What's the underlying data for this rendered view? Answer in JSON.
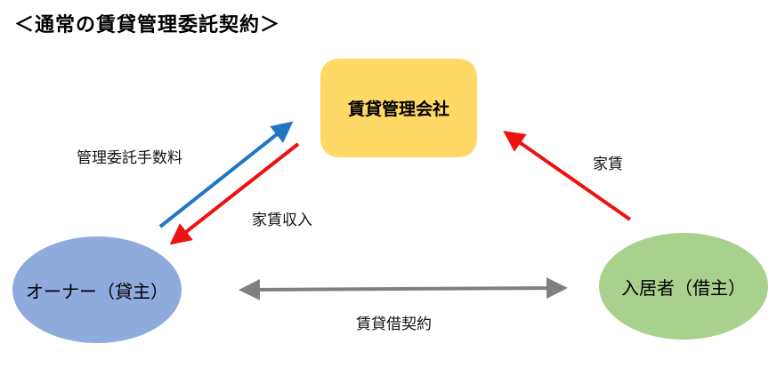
{
  "title": "＜通常の賃貸管理委託契約＞",
  "nodes": {
    "company": {
      "label": "賃貸管理会社",
      "color": "#ffd966"
    },
    "owner": {
      "label": "オーナー（貸主）",
      "color": "#8faadc"
    },
    "tenant": {
      "label": "入居者（借主）",
      "color": "#a9d18e"
    }
  },
  "edges": [
    {
      "id": "management-fee",
      "from": "owner",
      "to": "company",
      "label": "管理委託手数料",
      "color": "#1f77c4"
    },
    {
      "id": "rent-income",
      "from": "company",
      "to": "owner",
      "label": "家賃収入",
      "color": "#ee1111"
    },
    {
      "id": "rent",
      "from": "tenant",
      "to": "company",
      "label": "家賃",
      "color": "#ee1111"
    },
    {
      "id": "lease-contract",
      "from": "owner",
      "to": "tenant",
      "label": "賃貸借契約",
      "color": "#808080",
      "bidirectional": true
    }
  ]
}
